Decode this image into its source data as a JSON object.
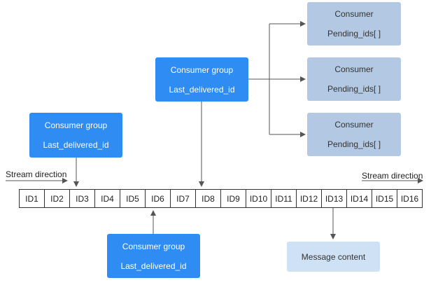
{
  "consumers": [
    {
      "title": "Consumer",
      "field": "Pending_ids[ ]"
    },
    {
      "title": "Consumer",
      "field": "Pending_ids[ ]"
    },
    {
      "title": "Consumer",
      "field": "Pending_ids[ ]"
    }
  ],
  "groups": [
    {
      "title": "Consumer group",
      "field": "Last_delivered_id"
    },
    {
      "title": "Consumer group",
      "field": "Last_delivered_id"
    },
    {
      "title": "Consumer group",
      "field": "Last_delivered_id"
    }
  ],
  "stream": {
    "direction_left": "Stream direction",
    "direction_right": "Stream direction",
    "ids": [
      "ID1",
      "ID2",
      "ID3",
      "ID4",
      "ID5",
      "ID6",
      "ID7",
      "ID8",
      "ID9",
      "ID10",
      "ID11",
      "ID12",
      "ID13",
      "ID14",
      "ID15",
      "ID16"
    ]
  },
  "message": {
    "label": "Message content"
  },
  "colors": {
    "group": "#2f8cf2",
    "consumer": "#b3c8e3",
    "message": "#cfe1f5",
    "line": "#555555"
  }
}
